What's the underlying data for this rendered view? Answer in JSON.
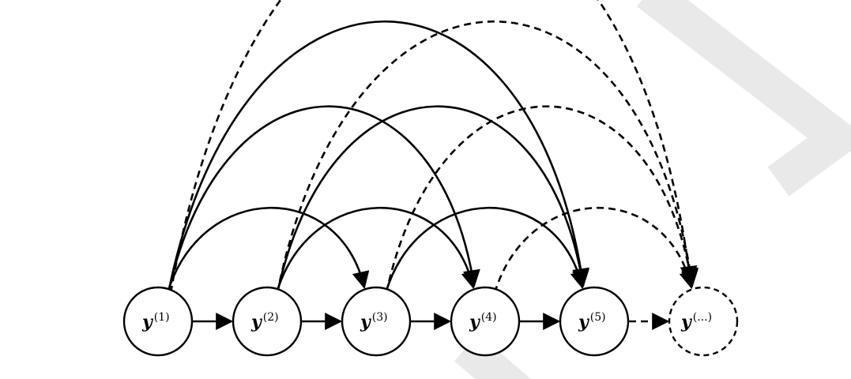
{
  "nodes": [
    {
      "id": "n1",
      "symbol": "y",
      "superscript": "(1)",
      "dashed": false
    },
    {
      "id": "n2",
      "symbol": "y",
      "superscript": "(2)",
      "dashed": false
    },
    {
      "id": "n3",
      "symbol": "y",
      "superscript": "(3)",
      "dashed": false
    },
    {
      "id": "n4",
      "symbol": "y",
      "superscript": "(4)",
      "dashed": false
    },
    {
      "id": "n5",
      "symbol": "y",
      "superscript": "(5)",
      "dashed": false
    },
    {
      "id": "n6",
      "symbol": "y",
      "superscript": "(...)",
      "dashed": true
    }
  ],
  "edges": [
    {
      "from": "n1",
      "to": "n2",
      "dashed": false
    },
    {
      "from": "n2",
      "to": "n3",
      "dashed": false
    },
    {
      "from": "n3",
      "to": "n4",
      "dashed": false
    },
    {
      "from": "n4",
      "to": "n5",
      "dashed": false
    },
    {
      "from": "n5",
      "to": "n6",
      "dashed": true
    },
    {
      "from": "n1",
      "to": "n3",
      "dashed": false
    },
    {
      "from": "n1",
      "to": "n4",
      "dashed": false
    },
    {
      "from": "n1",
      "to": "n5",
      "dashed": false
    },
    {
      "from": "n1",
      "to": "n6",
      "dashed": true
    },
    {
      "from": "n2",
      "to": "n4",
      "dashed": false
    },
    {
      "from": "n2",
      "to": "n5",
      "dashed": false
    },
    {
      "from": "n2",
      "to": "n6",
      "dashed": true
    },
    {
      "from": "n3",
      "to": "n5",
      "dashed": false
    },
    {
      "from": "n3",
      "to": "n6",
      "dashed": true
    },
    {
      "from": "n4",
      "to": "n6",
      "dashed": true
    }
  ],
  "colors": {
    "stroke": "#000000",
    "node_fill": "#ffffff",
    "watermark": "#e9e9e9"
  }
}
